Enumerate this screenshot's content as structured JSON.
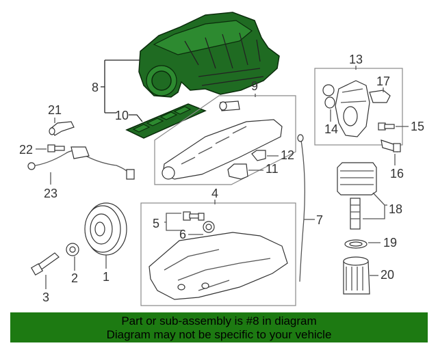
{
  "callouts": [
    "1",
    "2",
    "3",
    "4",
    "5",
    "6",
    "7",
    "8",
    "9",
    "10",
    "11",
    "12",
    "13",
    "14",
    "15",
    "16",
    "17",
    "18",
    "19",
    "20",
    "21",
    "22",
    "23"
  ],
  "banner": {
    "line1": "Part or sub-assembly is #8 in diagram",
    "line2": "Diagram may not be specific to your vehicle"
  },
  "colors": {
    "highlight": "#1f6b22",
    "banner": "#1d7a12"
  }
}
